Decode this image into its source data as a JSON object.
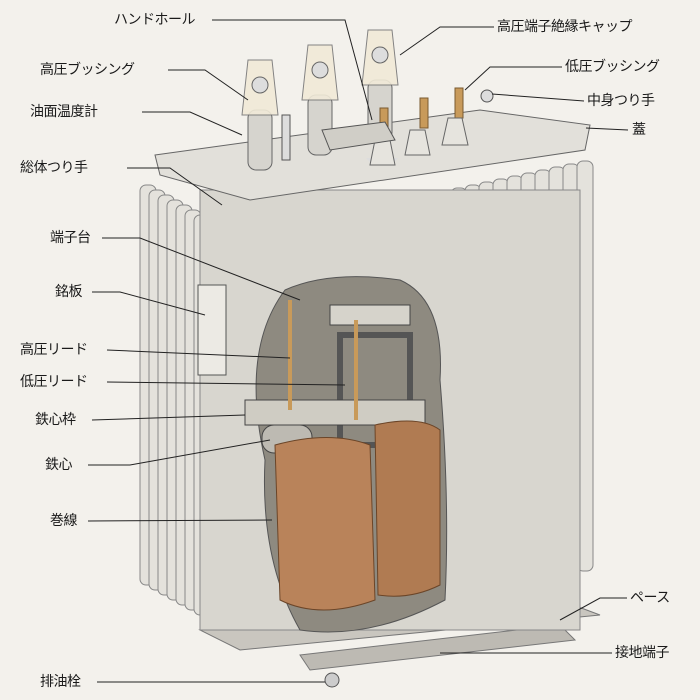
{
  "labels_left": {
    "handhole": "ハンドホール",
    "hv_bushing": "高圧ブッシング",
    "oil_thermometer": "油面温度計",
    "lifting_lug": "総体つり手",
    "terminal_block": "端子台",
    "nameplate": "銘板",
    "hv_lead": "高圧リード",
    "lv_lead": "低圧リード",
    "core_frame": "鉄心枠",
    "core": "鉄心",
    "winding": "巻線",
    "drain_valve": "排油栓"
  },
  "labels_right": {
    "hv_terminal_cap": "高圧端子絶縁キャップ",
    "lv_bushing": "低圧ブッシング",
    "core_lifting_lug": "中身つり手",
    "lid": "蓋",
    "base": "ペース",
    "ground_terminal": "接地端子"
  },
  "colors": {
    "paper": "#f3f1ec",
    "metal": "#dcdad3",
    "copper": "#b9835a",
    "brass": "#c89a5a",
    "ink": "#1a1a1a"
  }
}
